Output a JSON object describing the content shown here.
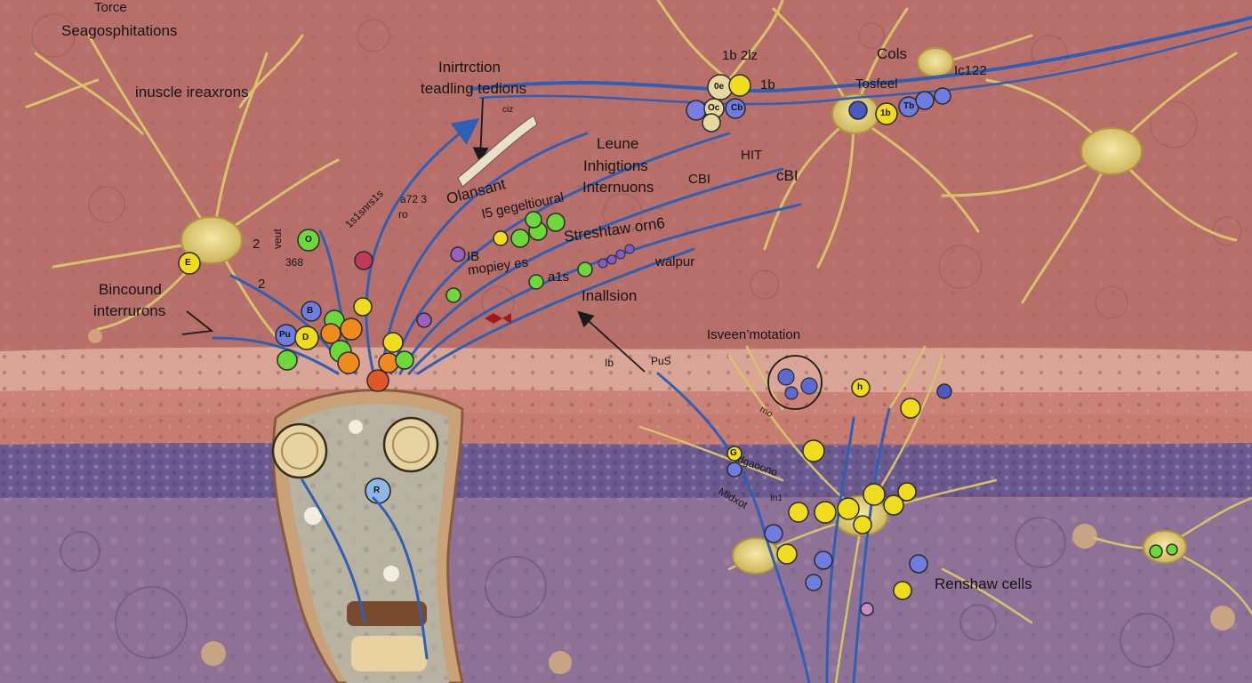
{
  "labels": {
    "torce": "Torce",
    "seagosphitations": "Seagosphitations",
    "inuscle_ireaxrons": "inuscle ireaxrons",
    "binound": "Bincound",
    "interrurons": "interrurons",
    "num_2a": "2",
    "num_2b": "2",
    "veut": "veut",
    "num_368": "368",
    "inirtrction": "Inirtrction",
    "teadling_tedions": "teadling tedions",
    "ciz": "ciz",
    "is_label": "1s1snrs1s",
    "ro": "ro",
    "olansant": "Olansant",
    "a72": "a72 3",
    "ib": "IB",
    "is_geltioural": "I5 gegeltioural",
    "leune": "Leune",
    "inhigtions": "Inhigtions",
    "interrnuons": "Internuons",
    "cbi_1": "CBI",
    "hit": "HIT",
    "cbi_2": "cBI",
    "strechaw": "Streshtaw orn6",
    "mopliey": "mopiey es",
    "a1s": "a1s",
    "walpur": "walpur",
    "inallsion": "Inallsion",
    "ib_top": "1b 2lz",
    "ib_small": "1b",
    "tosfeel": "Tosfeel",
    "cols": "Cols",
    "ic122": "Ic122",
    "isveen": "Isveen’motation",
    "ib_mid": "Ib",
    "pus": "PuS",
    "rnen": "rno",
    "d_agonne": "dgaoono",
    "mitxot": "Midxot",
    "ini": "In1",
    "renshaw": "Renshaw cells"
  },
  "cell_letters": {
    "e": "E",
    "o": "O",
    "pu": "Pu",
    "d": "D",
    "b": "B",
    "cb": "Cb",
    "h": "h",
    "r": "R",
    "tb": "Tb",
    "ib_cell": "1b",
    "g": "G",
    "oe": "0e",
    "oc": "Oc"
  },
  "colors": {
    "tissue_upper": "#b86f6a",
    "tissue_band": "#c9877a",
    "tissue_purple": "#7c648a",
    "tissue_lower": "#8c6f92",
    "axon_blue": "#2f5fb5",
    "neuron_yellow": "#d9c36a",
    "cell_yellow": "#f0dc1e",
    "cell_green": "#6cd83a",
    "cell_orange": "#f08a1e",
    "cell_blue": "#6f7ce0",
    "cell_red": "#e0582a"
  }
}
